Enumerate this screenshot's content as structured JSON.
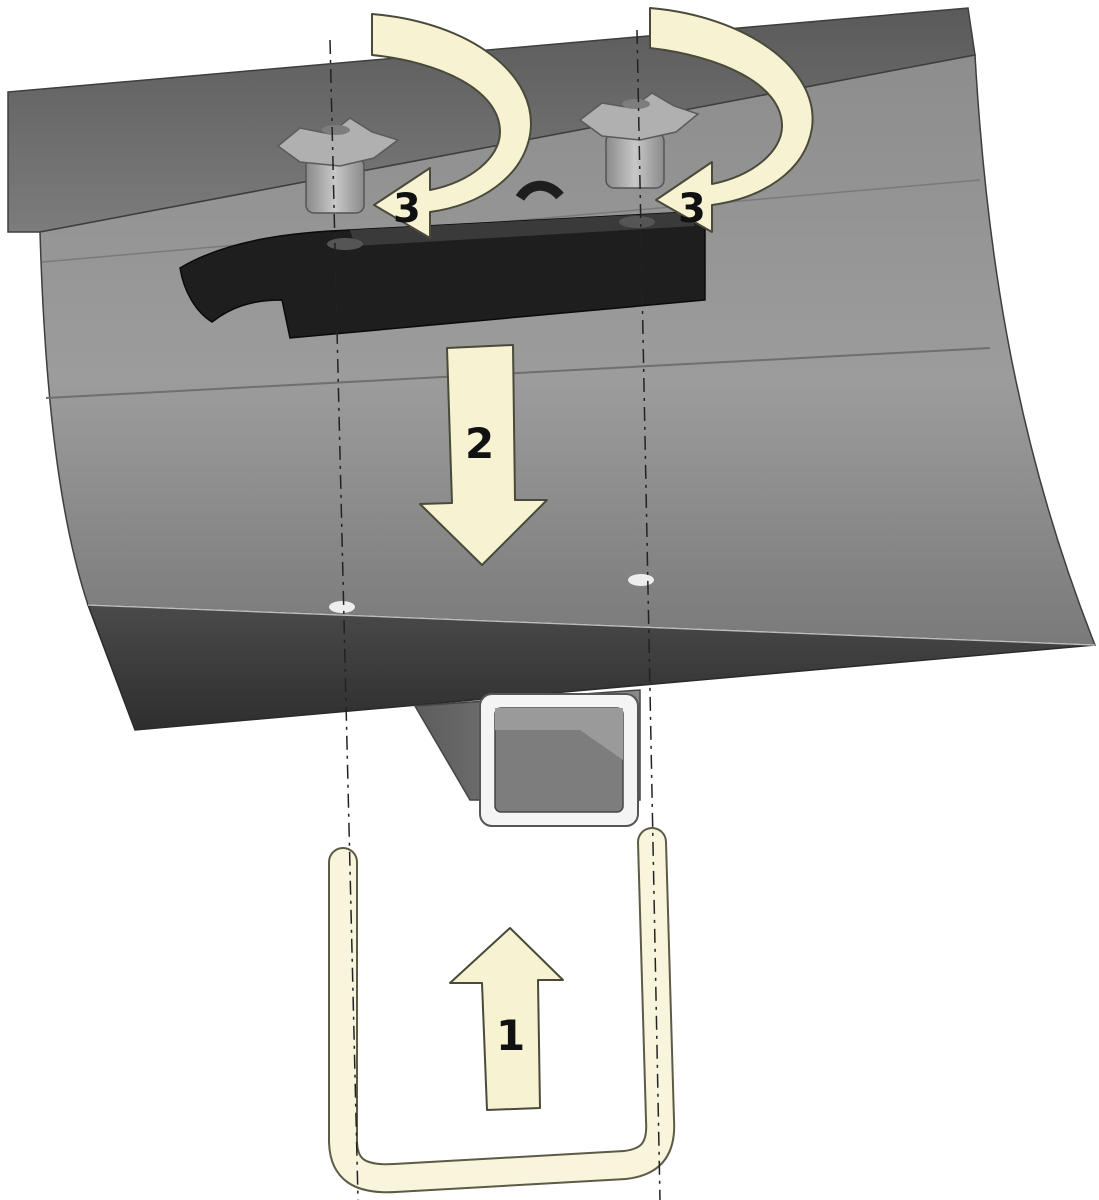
{
  "steps": [
    {
      "id": "1",
      "label": "1"
    },
    {
      "id": "2",
      "label": "2"
    },
    {
      "id": "3a",
      "label": "3"
    },
    {
      "id": "3b",
      "label": "3"
    }
  ],
  "colors": {
    "plate_top": "#6e6e6e",
    "plate_front": "#8f8f8f",
    "plate_bottom": "#3b3b3b",
    "arrow_fill": "#f7f3d2",
    "arrow_stroke": "#4a4a3a",
    "bracket_dark": "#1e1e1e",
    "knob_fill": "#a9a9a9",
    "ubolt_fill": "#f8f5dc"
  },
  "icons": {
    "knob_left": "star-knob-icon",
    "knob_right": "star-knob-icon",
    "rotate_arrow": "curved-arrow-icon",
    "straight_arrow": "straight-arrow-icon"
  }
}
